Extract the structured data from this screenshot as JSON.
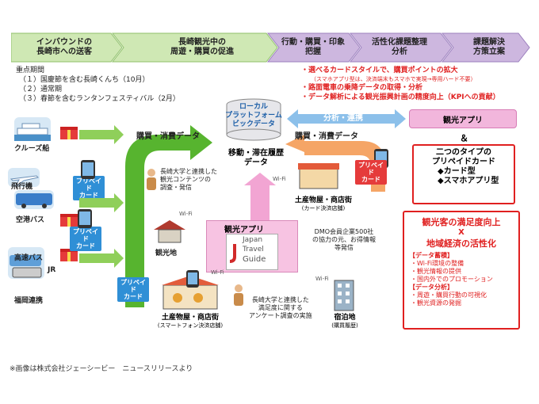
{
  "header": {
    "step1_line1": "インバウンドの",
    "step1_line2": "長崎市への送客",
    "step2_line1": "長崎観光中の",
    "step2_line2": "周遊・購買の促進",
    "step3_line1": "行動・購買・印象",
    "step3_line2": "把握",
    "step4_line1": "活性化課題整理",
    "step4_line2": "分析",
    "step5_line1": "課題解決",
    "step5_line2": "方策立案"
  },
  "focus": {
    "title": "重点期間",
    "item1": "（１）国慶節を含む長崎くんち（10月）",
    "item2": "（２）通常期",
    "item3": "（３）春節を含むランタンフェスティバル（2月）"
  },
  "sources": {
    "cruise": "クルーズ船",
    "air1": "飛行機",
    "air2": "空港バス",
    "bus1": "高速バス",
    "jr": "JR",
    "bus2": "福岡連携",
    "prepaid": "プリペイド\nカード"
  },
  "center": {
    "purchase_data_left": "購買・消費データ",
    "purchase_data_right": "購買・消費データ",
    "platform_line1": "ローカル",
    "platform_line2": "プラットフォーム",
    "platform_line3": "ビックデータ",
    "movement_line1": "移動・滞在履歴",
    "movement_line2": "データ",
    "analysis": "分析・連携",
    "univ_content_1": "長崎大学と連携した",
    "univ_content_2": "観光コンテンツの",
    "univ_content_3": "調査・発信",
    "sightseeing": "観光地",
    "souvenir_card_1": "土産物屋・商店街",
    "souvenir_card_2": "(カード決済店舗)",
    "souvenir_phone_1": "土産物屋・商店街",
    "souvenir_phone_2": "(スマートフォン決済店舗)",
    "app_title": "観光アプリ",
    "app_logo_1": "Japan",
    "app_logo_2": "Travel",
    "app_logo_3": "Guide",
    "dmo_1": "DMO会員企業500社",
    "dmo_2": "の協力の元、お得情報",
    "dmo_3": "等発信",
    "survey_1": "長崎大学と連携した",
    "survey_2": "満足度に関する",
    "survey_3": "アンケート調査の実施",
    "hotel_1": "宿泊地",
    "hotel_2": "(購買履歴)",
    "wifi": "Wi-Fi"
  },
  "right": {
    "bullet1": "・選べるカードスタイルで、購買ポイントの拡大",
    "bullet1_sub": "（スマホアプリ型は、決済端末もスマホで実現→専用ハード不要）",
    "bullet2": "・路面電車の乗降データの取得・分析",
    "bullet3": "・データ解析による観光振興計画の精度向上（KPIへの貢献）",
    "app": "観光アプリ",
    "amp": "＆",
    "card_title_1": "二つのタイプの",
    "card_title_2": "プリペイドカード",
    "card_type1": "◆カード型",
    "card_type2": "◆スマホアプリ型",
    "result1": "観光客の満足度向上",
    "result_x": "X",
    "result2": "地域経済の活性化",
    "acc_title": "【データ蓄積】",
    "acc1": "・Wi-Fi環境の整備",
    "acc2": "・観光情報の提供",
    "acc3": "・国内外でのプロモーション",
    "ana_title": "【データ分析】",
    "ana1": "・周遊・購買行動の可視化",
    "ana2": "・観光資源の発掘"
  },
  "footer": "※画像は株式会社ジェーシービー　ニュースリリースより",
  "colors": {
    "header_green": "#c9e6a8",
    "header_purple": "#c9b3dc",
    "green": "#5cb534",
    "pink": "#f7c9e4",
    "red": "#e02020",
    "blue": "#2f8fd6"
  }
}
